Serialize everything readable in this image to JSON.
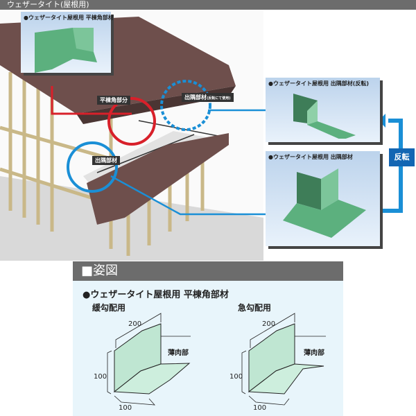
{
  "header": {
    "title": "ウェザータイト(屋根用)"
  },
  "scene": {
    "inset_top": {
      "title": "●ウェザータイト屋根用 平棟角部材"
    },
    "callouts": {
      "ridge_corner": "平棟角部分",
      "outer_corner_flipped": "出隅部材",
      "outer_corner_flipped_note": "(反転にて使用)",
      "outer_corner": "出隅部材"
    },
    "panel_flipped": {
      "title": "●ウェザータイト屋根用 出隅部材(反転)"
    },
    "panel_outer": {
      "title": "●ウェザータイト屋根用 出隅部材"
    },
    "flip_label": "反転",
    "colors": {
      "red": "#d8202a",
      "blue": "#1a8fd6",
      "dark_blue": "#1366b3",
      "part_green": "#5cb07e",
      "roof": "#6e4f4c"
    }
  },
  "figure": {
    "section_title": "■姿図",
    "product": "●ウェザータイト屋根用 平棟角部材",
    "variants": [
      {
        "label": "緩勾配用",
        "dim_top": "200",
        "dim_side": "100",
        "dim_bottom": "100",
        "thin_label": "薄肉部"
      },
      {
        "label": "急勾配用",
        "dim_top": "200",
        "dim_side": "100",
        "dim_bottom": "100",
        "thin_label": "薄肉部"
      }
    ]
  }
}
